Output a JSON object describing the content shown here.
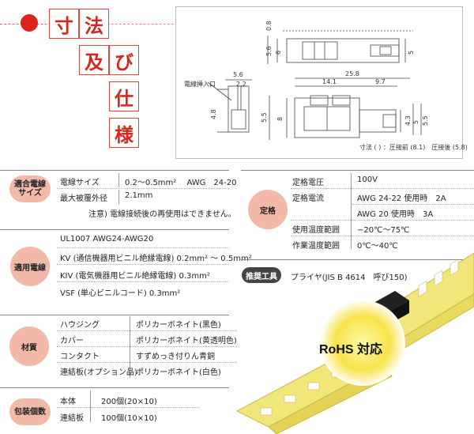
{
  "header": {
    "chars": [
      "寸",
      "法",
      "及",
      "び",
      "仕",
      "様"
    ]
  },
  "drawing": {
    "dims": {
      "d08": "0.8",
      "d56": "5.6",
      "d6": "6",
      "d5r": "5",
      "d56b": "5.6",
      "d22": "2.2",
      "d48": "4.8",
      "d258": "25.8",
      "d141": "14.1",
      "d97": "9.7",
      "d55": "5.5",
      "d8": "8",
      "d43": "4.3",
      "d5b": "5",
      "d55b": "5.5"
    },
    "insert_label": "電線挿入口",
    "note": "寸法 ( ) ：圧接前 (8.1)　圧接後 (5.8)"
  },
  "wire": {
    "label": "適合電線\nサイズ",
    "rows": [
      {
        "k": "電線サイズ",
        "v": "0.2〜0.5mm² 　AWG　24-20"
      },
      {
        "k": "最大被覆外径",
        "v": "2.1mm"
      }
    ],
    "note": "注意) 電線接続後の再使用はできません。"
  },
  "rating": {
    "label": "定格",
    "rows": [
      {
        "k": "定格電圧",
        "v": "100V"
      },
      {
        "k": "定格電流",
        "v": "AWG 24-22 使用時　2A"
      },
      {
        "k": "",
        "v": "AWG 20 使用時　3A"
      },
      {
        "k": "使用温度範囲",
        "v": "−20℃〜75℃"
      },
      {
        "k": "作業温度範囲",
        "v": "0℃〜40℃"
      }
    ]
  },
  "wires_used": {
    "label": "適用電線",
    "rows": [
      "UL1007 AWG24-AWG20",
      "KV (通信機器用ビニル絶縁電線) 0.2mm² 〜 0.5mm²",
      "KIV (電気機器用ビニル絶縁電線) 0.3mm²",
      "VSF (単心ビニルコード) 0.3mm²"
    ]
  },
  "tool": {
    "label": "推奨工具",
    "value": "プライヤ(JIS B 4614　呼び150)"
  },
  "material": {
    "label": "材質",
    "rows": [
      {
        "k": "ハウジング",
        "v": "ポリカーボネイト(黒色)"
      },
      {
        "k": "カバー",
        "v": "ポリカーボネイト(黄透明色)"
      },
      {
        "k": "コンタクト",
        "v": "すずめっき付りん青銅"
      },
      {
        "k": "連結板(オプション品)",
        "v": "ポリカーボネイト(白色)"
      }
    ]
  },
  "packing": {
    "label": "包装個数",
    "rows": [
      {
        "k": "本体",
        "v": "200個(20×10)"
      },
      {
        "k": "連結板",
        "v": "100個(10×10)"
      }
    ]
  },
  "rohs": {
    "text": "RoHS 対応"
  },
  "colors": {
    "accent": "#e0231c",
    "pill": "#f2b8a8",
    "dark": "#444444",
    "yellow": "#f7e34a"
  }
}
